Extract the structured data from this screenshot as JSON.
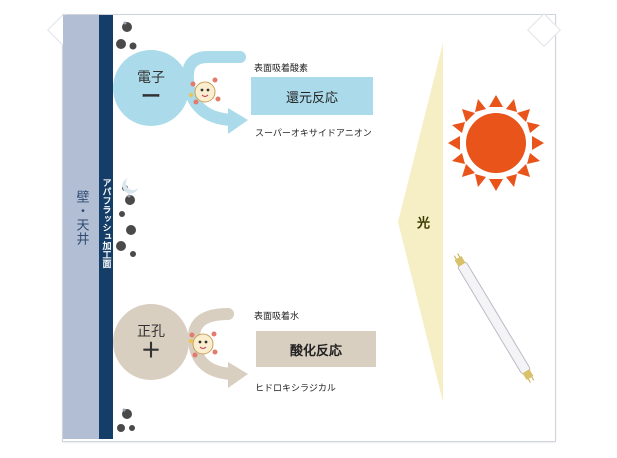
{
  "labels": {
    "wall_ceiling": "壁・天井",
    "coating": "アパフラッシュ加工面",
    "light": "光"
  },
  "electron": {
    "name": "電子",
    "sign": "ー",
    "adsorbed": "表面吸着酸素",
    "reaction": "還元反応",
    "product": "スーパーオキサイドアニオン"
  },
  "hole": {
    "name": "正孔",
    "sign": "＋",
    "adsorbed": "表面吸着水",
    "reaction": "酸化反応",
    "product": "ヒドロキシラジカル"
  },
  "colors": {
    "wall": "#b1bed3",
    "coating": "#143e68",
    "electron": "#abdbea",
    "hole": "#d9cfc1",
    "light_beam": "#f6eec4",
    "sun": "#e8541a"
  },
  "icons": {
    "sun": "sun-icon",
    "lamp": "fluorescent-lamp-icon",
    "mascot": "mascot-icon",
    "dirt": "dirt-particle-icon"
  }
}
